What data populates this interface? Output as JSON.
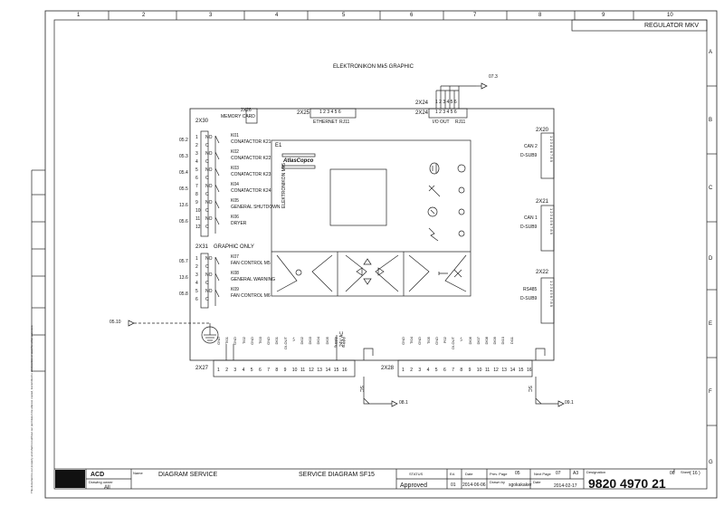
{
  "border": {
    "col_numbers": [
      "1",
      "2",
      "3",
      "4",
      "5",
      "6",
      "7",
      "8",
      "9",
      "10"
    ],
    "row_letters": [
      "A",
      "B",
      "C",
      "D",
      "E",
      "F",
      "G"
    ]
  },
  "header": {
    "regulator": "REGULATOR MKV"
  },
  "main": {
    "title": "ELEKTRONIKON Mk5 GRAPHIC",
    "e1": "E1",
    "brand": "AtlasCopco",
    "vertical_brand": "ELEKTRONIKON Mk5",
    "memory_ref": "2X26",
    "memory_label": "MEMORY CARD",
    "ethernet_ref": "2X25",
    "ethernet_pins": "1 2 3 4 5 6",
    "ethernet_label": "ETHERNET",
    "ethernet_jack": "RJ11",
    "io_ref1": "2X24",
    "io_ref2": "2X24",
    "io_pins": "1 2 3 4 5 6",
    "io_label": "I/O OUT",
    "io_jack": "RJ11",
    "io_xref": "07.3"
  },
  "connector_2x30": {
    "ref": "2X30",
    "relays": [
      {
        "k": "K01",
        "label": "CONATACTOR K21",
        "ref": "05.2",
        "p1": "1",
        "p2": "2"
      },
      {
        "k": "K02",
        "label": "CONATACTOR K22",
        "ref": "05.3",
        "p1": "3",
        "p2": "4"
      },
      {
        "k": "K03",
        "label": "CONATACTOR K23",
        "ref": "05.4",
        "p1": "5",
        "p2": "6"
      },
      {
        "k": "K04",
        "label": "CONATACTOR K24",
        "ref": "05.5",
        "p1": "7",
        "p2": "8"
      },
      {
        "k": "K05",
        "label": "GENERAL SHUTDOWN",
        "ref": "13.6",
        "p1": "9",
        "p2": "10"
      },
      {
        "k": "K06",
        "label": "DRYER",
        "ref": "05.6",
        "p1": "11",
        "p2": "12"
      }
    ]
  },
  "connector_2x31": {
    "ref": "2X31",
    "label": "GRAPHIC ONLY",
    "relays": [
      {
        "k": "K07",
        "label": "FAN CONTROL M5",
        "ref": "05.7",
        "p1": "1",
        "p2": "2"
      },
      {
        "k": "K08",
        "label": "GENERAL WARNING",
        "ref": "13.6",
        "p1": "3",
        "p2": "4"
      },
      {
        "k": "K09",
        "label": "FAN CONTROL M6",
        "ref": "05.8",
        "p1": "5",
        "p2": "6"
      }
    ]
  },
  "contact_no": "NO",
  "contact_c": "C",
  "ground_xref": "05.10",
  "right_ports": [
    {
      "ref": "2X20",
      "line1": "CAN 2",
      "line2": "D-SUB9"
    },
    {
      "ref": "2X21",
      "line1": "CAN 1",
      "line2": "D-SUB9"
    },
    {
      "ref": "2X22",
      "line1": "RS485",
      "line2": "D-SUB9"
    }
  ],
  "dsub_pins": "1 2 3 4 5 6 7 8 9",
  "connector_2x27": {
    "ref": "2X27",
    "pins": [
      "1",
      "2",
      "3",
      "4",
      "5",
      "6",
      "7",
      "8",
      "9",
      "10",
      "11",
      "12",
      "13",
      "14",
      "15",
      "16"
    ],
    "signals": [
      "GND",
      "TI01",
      "GND",
      "TI02",
      "GND",
      "TI03",
      "GND",
      "DI01",
      "DI-OUT",
      "V+",
      "DI02",
      "DI03",
      "DI04",
      "DI05",
      "Supply",
      "Supply"
    ],
    "supply_note": "24V AC",
    "shield": "SC"
  },
  "connector_2x28": {
    "ref": "2X28",
    "pins": [
      "1",
      "2",
      "3",
      "4",
      "5",
      "6",
      "7",
      "8",
      "9",
      "10",
      "11",
      "12",
      "13",
      "14",
      "15",
      "16"
    ],
    "signals": [
      "GND",
      "TI04",
      "GND",
      "TI05",
      "GND",
      "P02",
      "DI-OUT",
      "V+",
      "DI06",
      "DI07",
      "DI08",
      "DI09",
      "DI10",
      "DI11",
      "",
      ""
    ],
    "shield": "SC"
  },
  "xrefs": {
    "left_bottom": "08.1",
    "right_bottom": "09.1"
  },
  "side_note": "This document is our property and shall not without our permission be altered, copied, transmitted to third parties or used for other purposes.",
  "title_block": {
    "company": "ACD",
    "owner_label": "Drawing owner",
    "owner": "All",
    "name_label": "Name",
    "name": "DIAGRAM SERVICE",
    "description": "SERVICE DIAGRAM SF15",
    "status_label": "STATUS",
    "status": "Approved",
    "ed_label": "Ed.",
    "ed": "01",
    "date_label": "Date",
    "date": "2014-06-06",
    "prev_label": "Prev. Page",
    "prev": "05",
    "next_label": "Next Page",
    "next": "07",
    "format": "A3",
    "drawn_label": "Drawn by",
    "drawn": "sgokakaker",
    "date2_label": "Date",
    "date2": "2014-02-17",
    "designation_label": "Designation",
    "designation": "9820 4970 21",
    "sheet_label": "Sheet",
    "sheet": "06",
    "sheet_total": "( 16 )"
  }
}
